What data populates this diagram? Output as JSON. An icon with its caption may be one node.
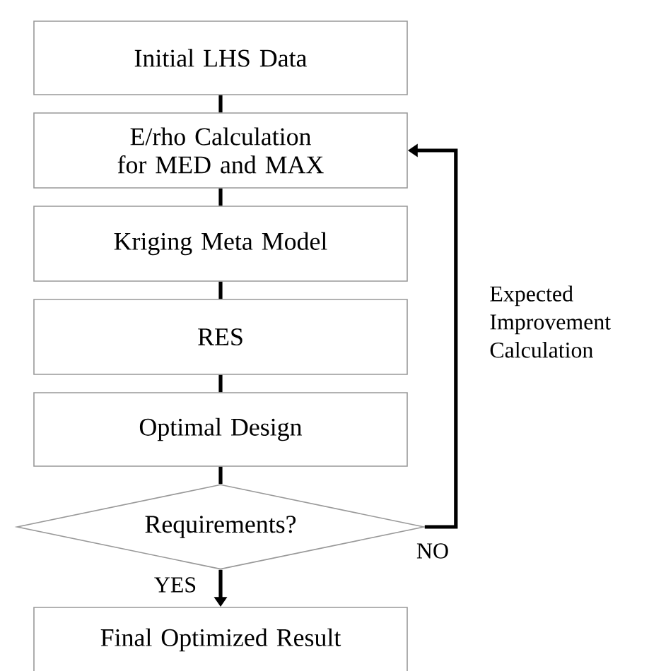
{
  "diagram": {
    "nodes": [
      {
        "text": [
          "Initial LHS Data"
        ]
      },
      {
        "text": [
          "E/rho Calculation for MED and MAX"
        ]
      },
      {
        "text": [
          "Kriging Meta Model"
        ]
      },
      {
        "text": [
          "RES"
        ]
      },
      {
        "text": [
          "Optimal Design"
        ]
      },
      {
        "text": [
          "Requirements?"
        ]
      },
      {
        "text": [
          "Final Optimized Result"
        ]
      }
    ],
    "edges": [
      {
        "from": 0,
        "to": 1,
        "arrow": "none"
      },
      {
        "from": 1,
        "to": 2,
        "arrow": "none"
      },
      {
        "from": 2,
        "to": 3,
        "arrow": "none"
      },
      {
        "from": 3,
        "to": 4,
        "arrow": "none"
      },
      {
        "from": 4,
        "to": 5,
        "arrow": "none"
      },
      {
        "from": 5,
        "to": 6,
        "arrow": "to",
        "label": "YES"
      },
      {
        "from": 5,
        "to": 1,
        "arrow": "to",
        "label": "NO"
      }
    ],
    "labels": [
      "Expected Improvement Calculation"
    ]
  }
}
